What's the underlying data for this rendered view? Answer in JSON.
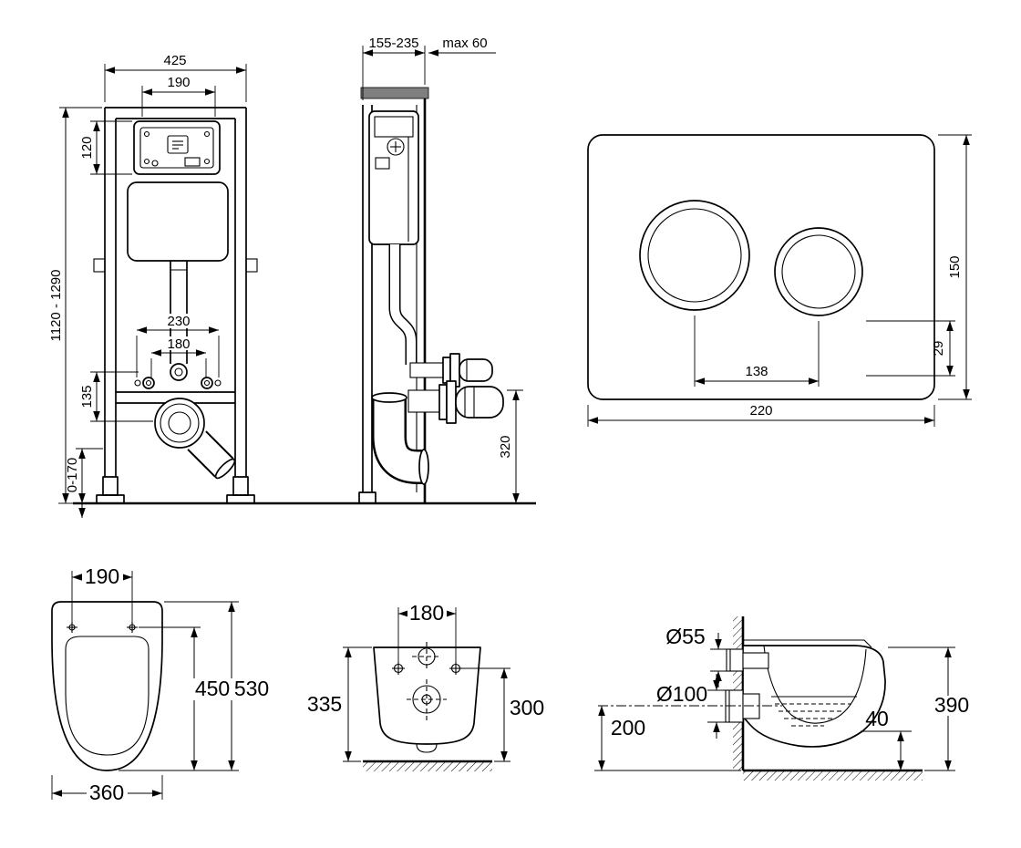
{
  "views": {
    "frame_front": {
      "frame_width": "425",
      "window_width": "190",
      "window_height": "120",
      "frame_height": "1120 - 1290",
      "fixing_width_outer": "230",
      "fixing_width_inner": "180",
      "drain_offset": "135",
      "leg_adjust": "0-170"
    },
    "frame_side": {
      "frame_depth": "155-235",
      "wall_max": "max 60",
      "outlet_height": "320"
    },
    "flush_plate": {
      "plate_height": "150",
      "button_offset": "29",
      "button_spacing": "138",
      "plate_width": "220"
    },
    "bowl_top": {
      "bolt_spacing": "190",
      "depth_to_bolts": "450",
      "bowl_length": "530",
      "bowl_width": "360"
    },
    "bowl_front": {
      "bolt_spacing": "180",
      "height_left": "335",
      "height_right": "300"
    },
    "bowl_side": {
      "flush_diameter": "Ø55",
      "drain_diameter": "Ø100",
      "drain_height": "200",
      "bowl_height": "390",
      "front_gap": "40"
    }
  }
}
